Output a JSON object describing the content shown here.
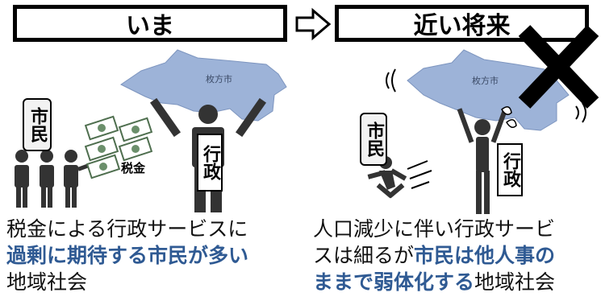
{
  "left_panel": {
    "header": "いま",
    "city_label": "枚方市",
    "citizen_tag": "市民",
    "tax_label": "税金",
    "admin_tag": "行政",
    "caption": {
      "line1": "税金による行政サービスに",
      "line2_em": "過剰に期待する市民が多い",
      "line3": "地域社会"
    }
  },
  "right_panel": {
    "header": "近い将来",
    "city_label": "枚方市",
    "citizen_tag": "市民",
    "admin_tag": "行政",
    "caption": {
      "line1": "人口減少に伴い行政サービ",
      "line2_pre": "スは細るが",
      "line2_em": "市民は他人事の",
      "line3_em": "ままで弱体化する",
      "line3_post": "地域社会"
    }
  },
  "colors": {
    "city_fill": "#9db3d8",
    "emphasis": "#2f5a93",
    "figure": "#333333",
    "money": "#6b8f6b"
  }
}
